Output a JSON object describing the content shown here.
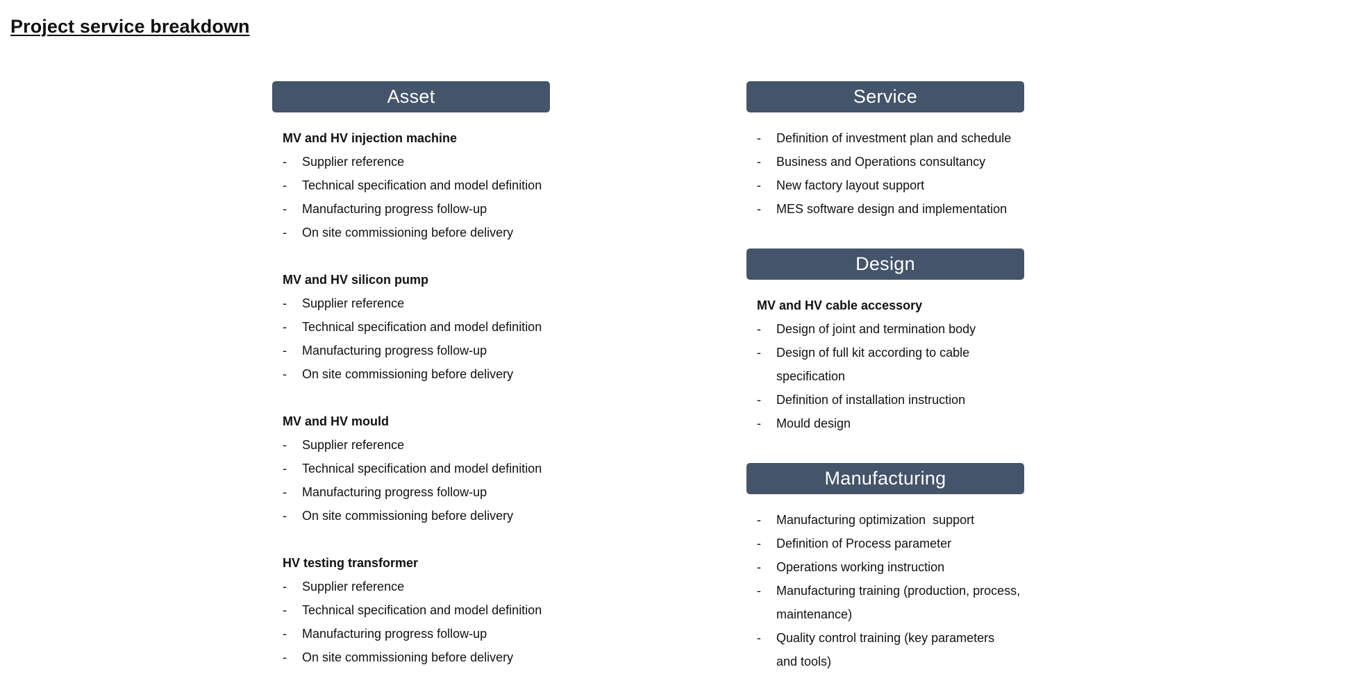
{
  "page": {
    "title": "Project service breakdown"
  },
  "asset": {
    "header": "Asset",
    "groups": [
      {
        "title": "MV and HV injection machine",
        "items": [
          "Supplier reference",
          "Technical specification and model definition",
          "Manufacturing progress follow-up",
          "On site commissioning before delivery"
        ]
      },
      {
        "title": "MV and HV silicon pump",
        "items": [
          "Supplier reference",
          "Technical specification and model definition",
          "Manufacturing progress follow-up",
          "On site commissioning before delivery"
        ]
      },
      {
        "title": "MV and HV mould",
        "items": [
          "Supplier reference",
          "Technical specification and model definition",
          "Manufacturing progress follow-up",
          "On site commissioning before delivery"
        ]
      },
      {
        "title": "HV testing transformer",
        "items": [
          "Supplier reference",
          "Technical specification and model definition",
          "Manufacturing progress follow-up",
          "On site commissioning before delivery"
        ]
      }
    ]
  },
  "service": {
    "header": "Service",
    "items": [
      "Definition of investment plan and schedule",
      "Business and Operations consultancy",
      "New factory layout support",
      "MES software design and implementation"
    ]
  },
  "design": {
    "header": "Design",
    "group_title": "MV and HV cable accessory",
    "items": [
      "Design of joint and termination body",
      "Design of full kit according to cable specification",
      "Definition of installation instruction",
      "Mould design"
    ]
  },
  "manufacturing": {
    "header": "Manufacturing",
    "items": [
      "Manufacturing optimization  support",
      "Definition of Process parameter",
      "Operations working instruction",
      "Manufacturing training (production, process, maintenance)",
      "Quality control training (key parameters and tools)"
    ]
  },
  "bullet": "-"
}
